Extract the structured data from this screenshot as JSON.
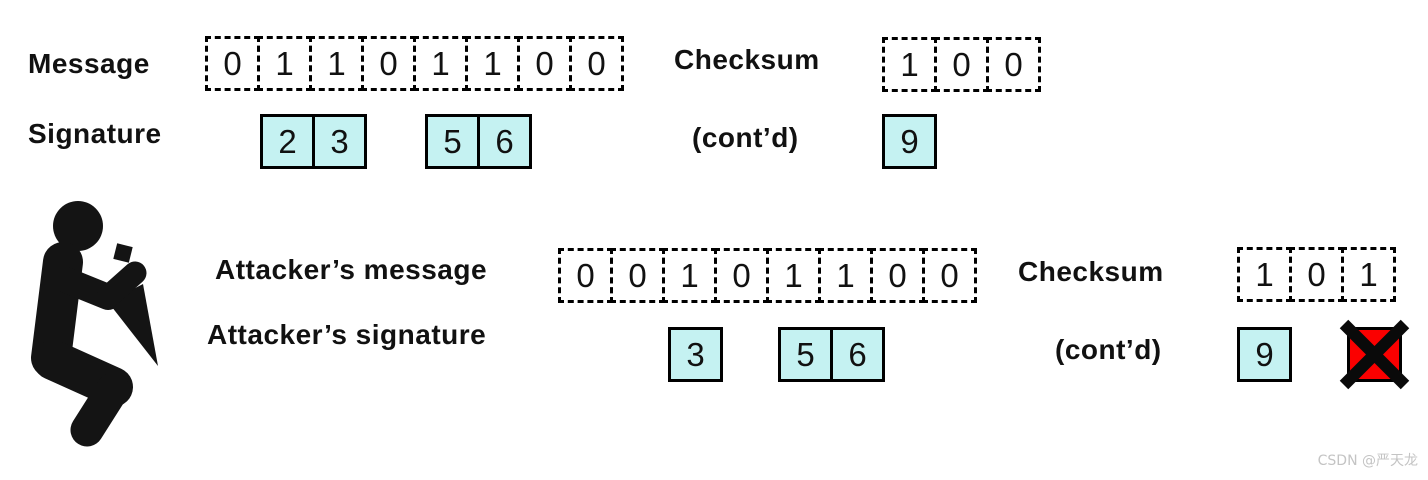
{
  "colors": {
    "background": "#ffffff",
    "signature_cell_fill": "#c5f2f2",
    "invalid_cell_fill": "#fb0000",
    "cell_border": "#000000",
    "text": "#111111",
    "watermark_text": "#c4c4c4"
  },
  "top": {
    "message_label": "Message",
    "message_bits": [
      "0",
      "1",
      "1",
      "0",
      "1",
      "1",
      "0",
      "0"
    ],
    "checksum_label": "Checksum",
    "checksum_bits": [
      "1",
      "0",
      "0"
    ],
    "signature_label": "Signature",
    "signature_cells": [
      "2",
      "3",
      "5",
      "6"
    ],
    "contd_label": "(cont’d)",
    "checksum_signature_cell": "9"
  },
  "attacker": {
    "icon": "attacker-with-dagger-icon",
    "message_label": "Attacker’s message",
    "message_bits": [
      "0",
      "0",
      "1",
      "0",
      "1",
      "1",
      "0",
      "0"
    ],
    "checksum_label": "Checksum",
    "checksum_bits": [
      "1",
      "0",
      "1"
    ],
    "signature_label": "Attacker’s signature",
    "signature_cells": [
      "3",
      "5",
      "6"
    ],
    "contd_label": "(cont’d)",
    "checksum_signature_cell": "9",
    "invalid_cell_marker": "crossed-out-unknown-value"
  },
  "watermark": "CSDN @严天龙"
}
